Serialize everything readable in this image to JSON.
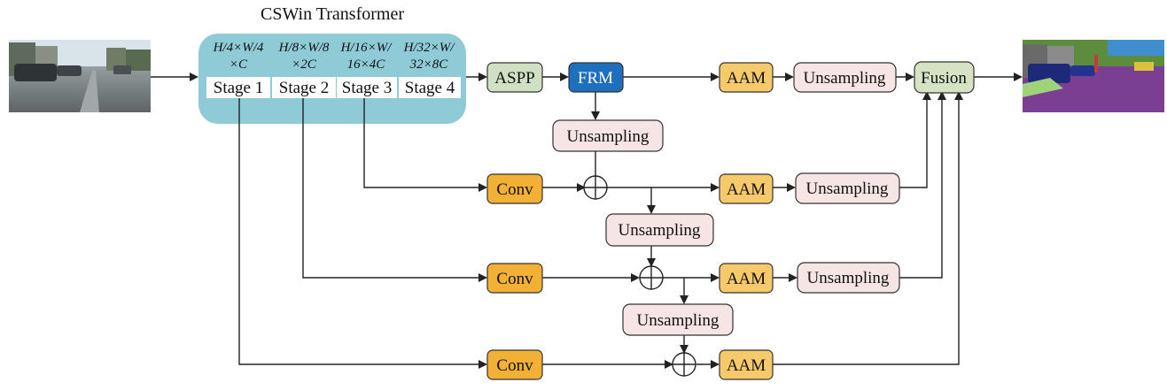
{
  "encoder": {
    "title": "CSWin Transformer",
    "color": "#8ecbd6",
    "stages": [
      {
        "dim_line1": "H/4×W/4",
        "dim_line2": "×C",
        "label": "Stage 1"
      },
      {
        "dim_line1": "H/8×W/8",
        "dim_line2": "×2C",
        "label": "Stage 2"
      },
      {
        "dim_line1": "H/16×W/",
        "dim_line2": "16×4C",
        "label": "Stage 3"
      },
      {
        "dim_line1": "H/32×W/",
        "dim_line2": "32×8C",
        "label": "Stage 4"
      }
    ]
  },
  "modules": {
    "aspp": "ASPP",
    "frm": "FRM",
    "conv": "Conv",
    "aam": "AAM",
    "upsample": "Unsampling",
    "fusion": "Fusion"
  },
  "colors": {
    "aspp": "#cfe0c3",
    "frm": "#1f6fbf",
    "conv": "#f2b134",
    "aam": "#f6c96a",
    "upsample": "#f7e4e4",
    "fusion": "#d5e3c4"
  },
  "images": {
    "input": "street-scene-photo",
    "output": "segmentation-map"
  }
}
